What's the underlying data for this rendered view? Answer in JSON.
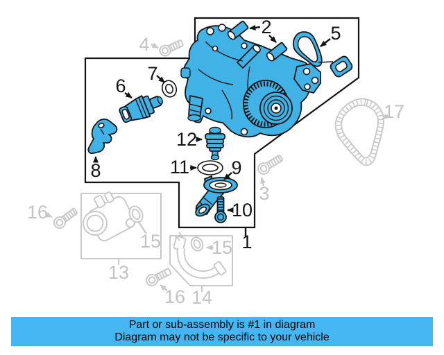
{
  "diagram": {
    "highlight_color": "#41B2E6",
    "dim_color": "#C9C9C9",
    "outline_color": "#141414",
    "background_color": "#FFFFFF",
    "callouts": {
      "c1": "1",
      "c2": "2",
      "c3": "3",
      "c4": "4",
      "c5": "5",
      "c6": "6",
      "c7": "7",
      "c8": "8",
      "c9": "9",
      "c10": "10",
      "c11": "11",
      "c12": "12",
      "c13": "13",
      "c14": "14",
      "c15": "15",
      "c16": "16",
      "c17": "17"
    },
    "highlighted_parts": [
      "1",
      "2",
      "5",
      "6",
      "7",
      "8",
      "9",
      "10",
      "11",
      "12"
    ],
    "dimmed_parts": [
      "3",
      "4",
      "13",
      "14",
      "15",
      "16",
      "17"
    ]
  },
  "banner": {
    "line1": "Part or sub-assembly is #1 in diagram",
    "line2": "Diagram may not be specific to your vehicle",
    "bg_color": "#46B6F2",
    "text_color": "#000000"
  }
}
